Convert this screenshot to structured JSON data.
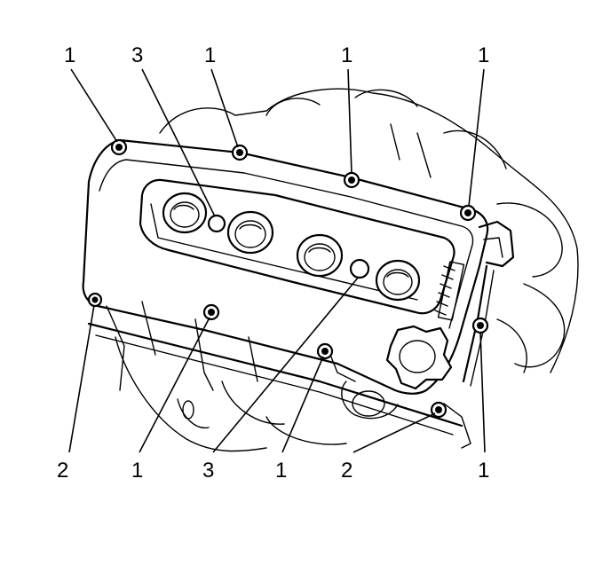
{
  "figure": {
    "callouts": {
      "bolt_top_left": "1",
      "sensor_top": "3",
      "bolt_top_mid_left": "1",
      "bolt_top_center": "1",
      "bolt_top_right": "1",
      "stud_bottom_left": "2",
      "bolt_bottom_mid_left": "1",
      "sensor_bottom": "3",
      "bolt_bottom_mid_right": "1",
      "stud_bottom_right": "2",
      "bolt_bottom_right": "1"
    }
  }
}
